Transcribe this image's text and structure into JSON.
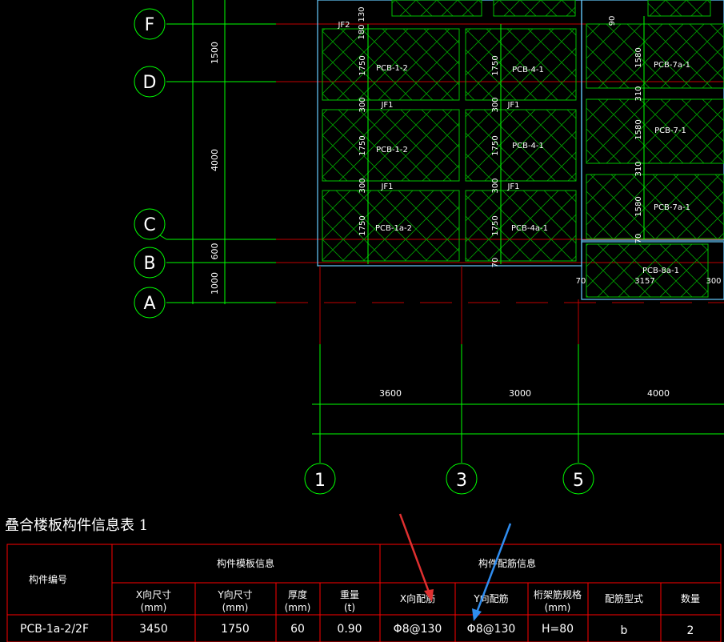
{
  "grid_axes": {
    "rows": [
      "F",
      "D",
      "C",
      "B",
      "A"
    ],
    "columns": [
      "1",
      "3",
      "5"
    ]
  },
  "dimensions": {
    "vertical": [
      "1500",
      "4000",
      "600",
      "1000"
    ],
    "horizontal": [
      "3600",
      "3000",
      "4000"
    ]
  },
  "slabs": [
    {
      "label": "PCB-1-2",
      "dim": "1750"
    },
    {
      "label": "PCB-4-1",
      "dim": "1750"
    },
    {
      "label": "PCB-7a-1",
      "dim": "1580"
    },
    {
      "label": "PCB-1-2",
      "dim": "1750"
    },
    {
      "label": "PCB-4-1",
      "dim": "1750"
    },
    {
      "label": "PCB-7-1",
      "dim": "1580"
    },
    {
      "label": "PCB-1a-2",
      "dim": "1750"
    },
    {
      "label": "PCB-4a-1",
      "dim": "1750"
    },
    {
      "label": "PCB-7a-1",
      "dim": "1580"
    }
  ],
  "joints": [
    "JF2",
    "JF1",
    "JF1",
    "JF1",
    "JF1"
  ],
  "small_dims": [
    "180",
    "130",
    "300",
    "300",
    "300",
    "300",
    "310",
    "310",
    "70",
    "70",
    "70",
    "90",
    "300"
  ],
  "slab_b": {
    "label": "PCB-8a-1",
    "dim": "3157"
  },
  "table": {
    "title": "叠合楼板构件信息表 1",
    "col_id": "构件编号",
    "group_size": "构件模板信息",
    "group_rebar": "构件配筋信息",
    "headers": [
      {
        "line1": "X向尺寸",
        "line2": "(mm)"
      },
      {
        "line1": "Y向尺寸",
        "line2": "(mm)"
      },
      {
        "line1": "厚度",
        "line2": "(mm)"
      },
      {
        "line1": "重量",
        "line2": "(t)"
      },
      {
        "line1": "X向配筋",
        "line2": ""
      },
      {
        "line1": "Y向配筋",
        "line2": ""
      },
      {
        "line1": "桁架筋规格",
        "line2": "(mm)"
      },
      {
        "line1": "配筋型式",
        "line2": ""
      },
      {
        "line1": "数量",
        "line2": ""
      }
    ],
    "row": [
      "PCB-1a-2/2F",
      "3450",
      "1750",
      "60",
      "0.90",
      "Φ8@130",
      "Φ8@130",
      "H=80",
      "b",
      "2"
    ]
  },
  "annotation_colors": {
    "arrow_red": "#e03030",
    "arrow_blue": "#2f8df0",
    "grid_green": "#00ff00",
    "dim_red": "#c00000",
    "hatch_green": "#00c000",
    "table_red": "#ff0000"
  }
}
